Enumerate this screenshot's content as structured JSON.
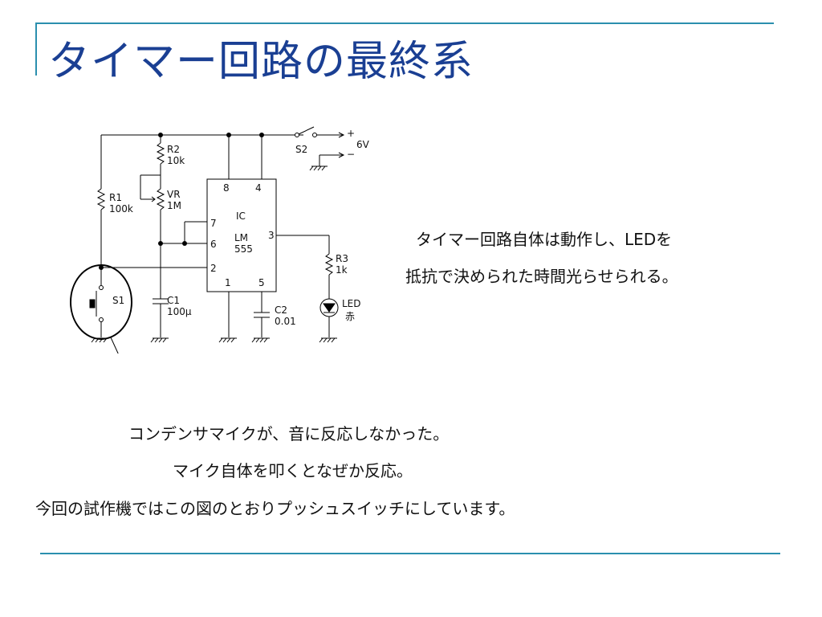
{
  "slide": {
    "title": "タイマー回路の最終系",
    "description_line1": "タイマー回路自体は動作し、LEDを",
    "description_line2": "抵抗で決められた時間光らせられる。",
    "note_line1": "コンデンサマイクが、音に反応しなかった。",
    "note_line2": "マイク自体を叩くとなぜか反応。",
    "note_line3": "今回の試作機ではこの図のとおりプッシュスイッチにしています。"
  },
  "schematic": {
    "power_plus": "+",
    "power_minus": "−",
    "power_voltage": "6V",
    "switch2": "S2",
    "r2_name": "R2",
    "r2_value": "10k",
    "vr_name": "VR",
    "vr_value": "1M",
    "r1_name": "R1",
    "r1_value": "100k",
    "ic_label": "IC",
    "ic_part_line1": "LM",
    "ic_part_line2": "555",
    "pin8": "8",
    "pin4": "4",
    "pin7": "7",
    "pin6": "6",
    "pin2": "2",
    "pin3": "3",
    "pin1": "1",
    "pin5": "5",
    "r3_name": "R3",
    "r3_value": "1k",
    "switch1": "S1",
    "c1_name": "C1",
    "c1_value": "100μ",
    "c2_name": "C2",
    "c2_value": "0.01",
    "led_name": "LED",
    "led_color": "赤"
  },
  "colors": {
    "title": "#1a3f93",
    "rule": "#2b8fae"
  }
}
